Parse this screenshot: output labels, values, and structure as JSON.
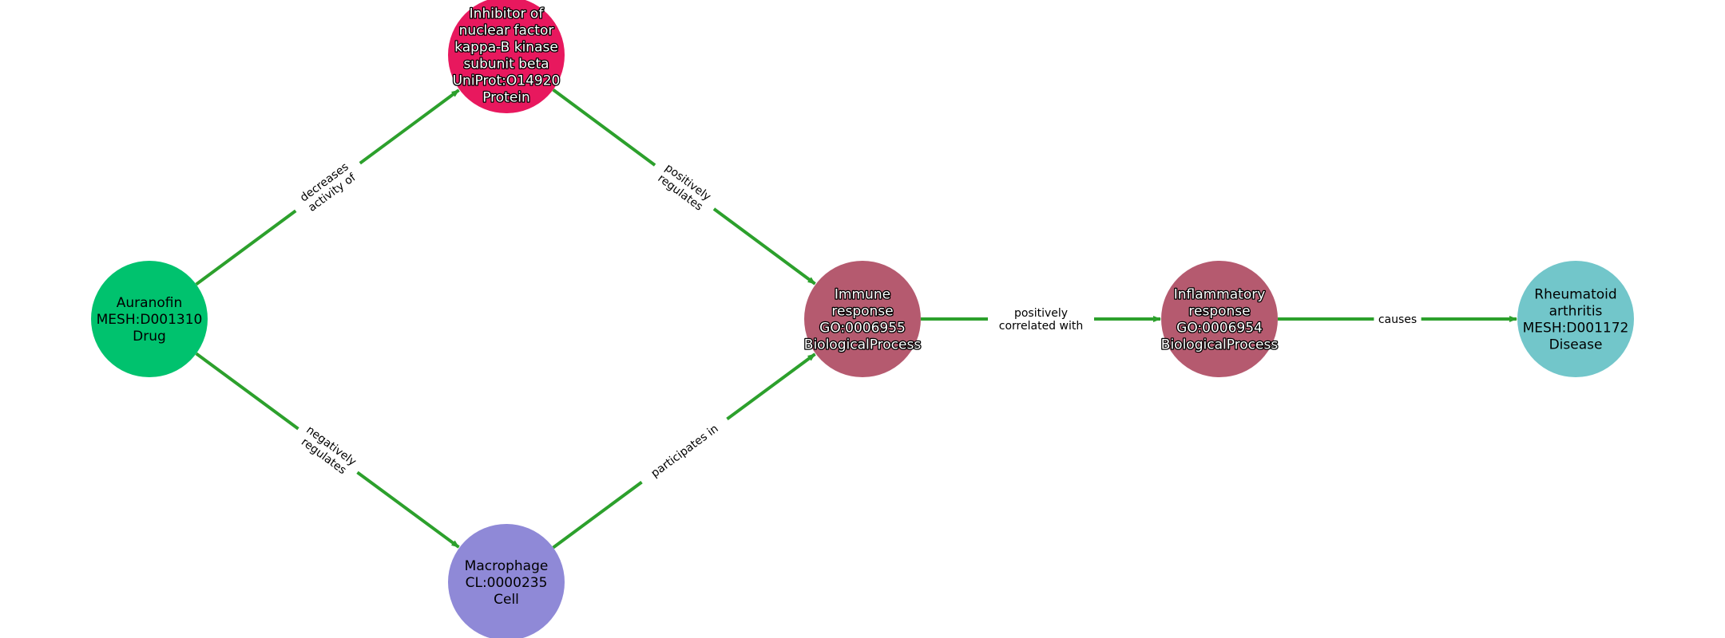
{
  "graph": {
    "edge_color": "#2ca02c",
    "nodes": [
      {
        "id": "auranofin",
        "lines": [
          "Auranofin",
          "MESH:D001310",
          "Drug"
        ],
        "color": "#00c26e",
        "label_style": "light"
      },
      {
        "id": "ikbkb",
        "lines": [
          "Inhibitor of",
          "nuclear factor",
          "kappa-B kinase",
          "subunit beta",
          "UniProt:O14920",
          "Protein"
        ],
        "color": "#e8185e",
        "label_style": "dark"
      },
      {
        "id": "macrophage",
        "lines": [
          "Macrophage",
          "CL:0000235",
          "Cell"
        ],
        "color": "#8f89d7",
        "label_style": "light"
      },
      {
        "id": "immune-response",
        "lines": [
          "Immune",
          "response",
          "GO:0006955",
          "BiologicalProcess"
        ],
        "color": "#b55a6f",
        "label_style": "dark"
      },
      {
        "id": "inflammatory-response",
        "lines": [
          "Inflammatory",
          "response",
          "GO:0006954",
          "BiologicalProcess"
        ],
        "color": "#b55a6f",
        "label_style": "dark"
      },
      {
        "id": "rheumatoid-arthritis",
        "lines": [
          "Rheumatoid",
          "arthritis",
          "MESH:D001172",
          "Disease"
        ],
        "color": "#72c6ca",
        "label_style": "light"
      }
    ],
    "edges": [
      {
        "source": 0,
        "target": 1,
        "label_lines": [
          "decreases",
          "activity of"
        ]
      },
      {
        "source": 0,
        "target": 2,
        "label_lines": [
          "negatively",
          "regulates"
        ]
      },
      {
        "source": 1,
        "target": 3,
        "label_lines": [
          "positively",
          "regulates"
        ]
      },
      {
        "source": 2,
        "target": 3,
        "label_lines": [
          "participates in"
        ]
      },
      {
        "source": 3,
        "target": 4,
        "label_lines": [
          "positively",
          "correlated with"
        ]
      },
      {
        "source": 4,
        "target": 5,
        "label_lines": [
          "causes"
        ]
      }
    ]
  }
}
